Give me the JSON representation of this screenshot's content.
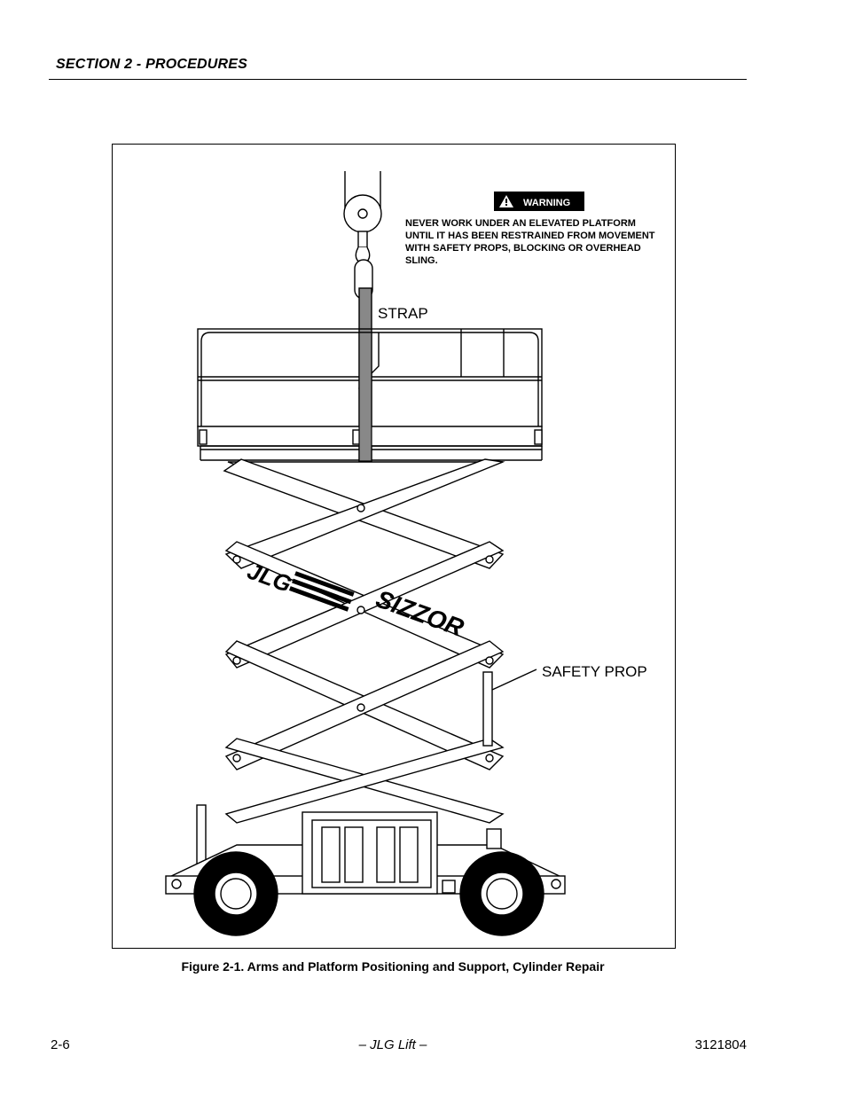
{
  "header": {
    "section_title": "SECTION 2 - PROCEDURES"
  },
  "figure": {
    "warning_label": "WARNING",
    "warning_lines": [
      "NEVER WORK UNDER AN ELEVATED PLATFORM",
      "UNTIL IT HAS BEEN RESTRAINED FROM MOVEMENT",
      "WITH SAFETY PROPS, BLOCKING OR OVERHEAD",
      "SLING."
    ],
    "strap_label": "STRAP",
    "safety_prop_label": "SAFETY PROP",
    "brand_logo": "JLG",
    "model_logo": "SIZZOR",
    "caption": "Figure 2-1.  Arms and Platform Positioning and Support, Cylinder Repair"
  },
  "footer": {
    "page_number": "2-6",
    "center_text": "– JLG Lift –",
    "doc_number": "3121804"
  }
}
